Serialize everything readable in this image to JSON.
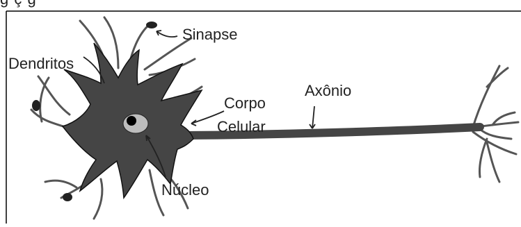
{
  "caption_fragment": "g          ç                                      g",
  "labels": {
    "sinapse": "Sinapse",
    "dendritos": "Dendritos",
    "corpo_line1": "Corpo",
    "corpo_line2": "Celular",
    "axonio": "Axônio",
    "nucleo": "Núcleo"
  },
  "colors": {
    "cell": "#454545",
    "outline": "#111111",
    "nucleus": "#bdbdbd",
    "nucleolus": "#000000",
    "arrow": "#222222",
    "border": "#000000"
  }
}
